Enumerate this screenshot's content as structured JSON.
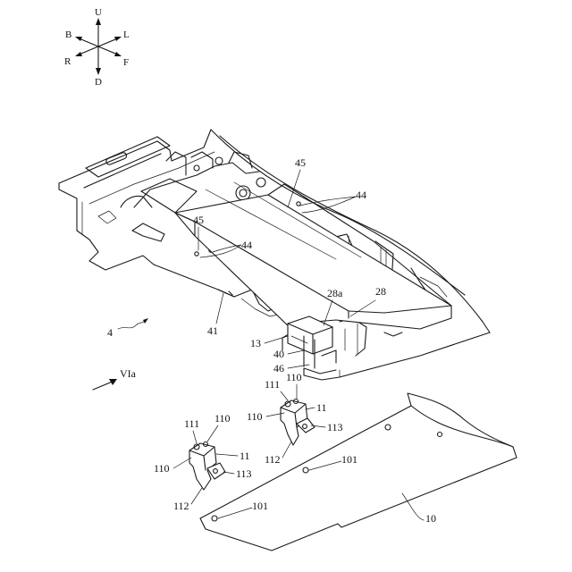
{
  "axes": {
    "U": "U",
    "D": "D",
    "L": "L",
    "R": "R",
    "B": "B",
    "F": "F"
  },
  "labels": {
    "l45a": "45",
    "l44a": "44",
    "l45b": "45",
    "l44b": "44",
    "l28a": "28a",
    "l28": "28",
    "l4": "4",
    "l41": "41",
    "l13": "13",
    "l40": "40",
    "l46": "46",
    "lVIa": "VIa",
    "rl111": "111",
    "rl110a": "110",
    "rl110b": "110",
    "rl11": "11",
    "rl113": "113",
    "rl112": "112",
    "ll111": "111",
    "ll110a": "110",
    "ll110b": "110",
    "ll11": "11",
    "ll113": "113",
    "ll112": "112",
    "l101a": "101",
    "l101b": "101",
    "l10": "10"
  }
}
